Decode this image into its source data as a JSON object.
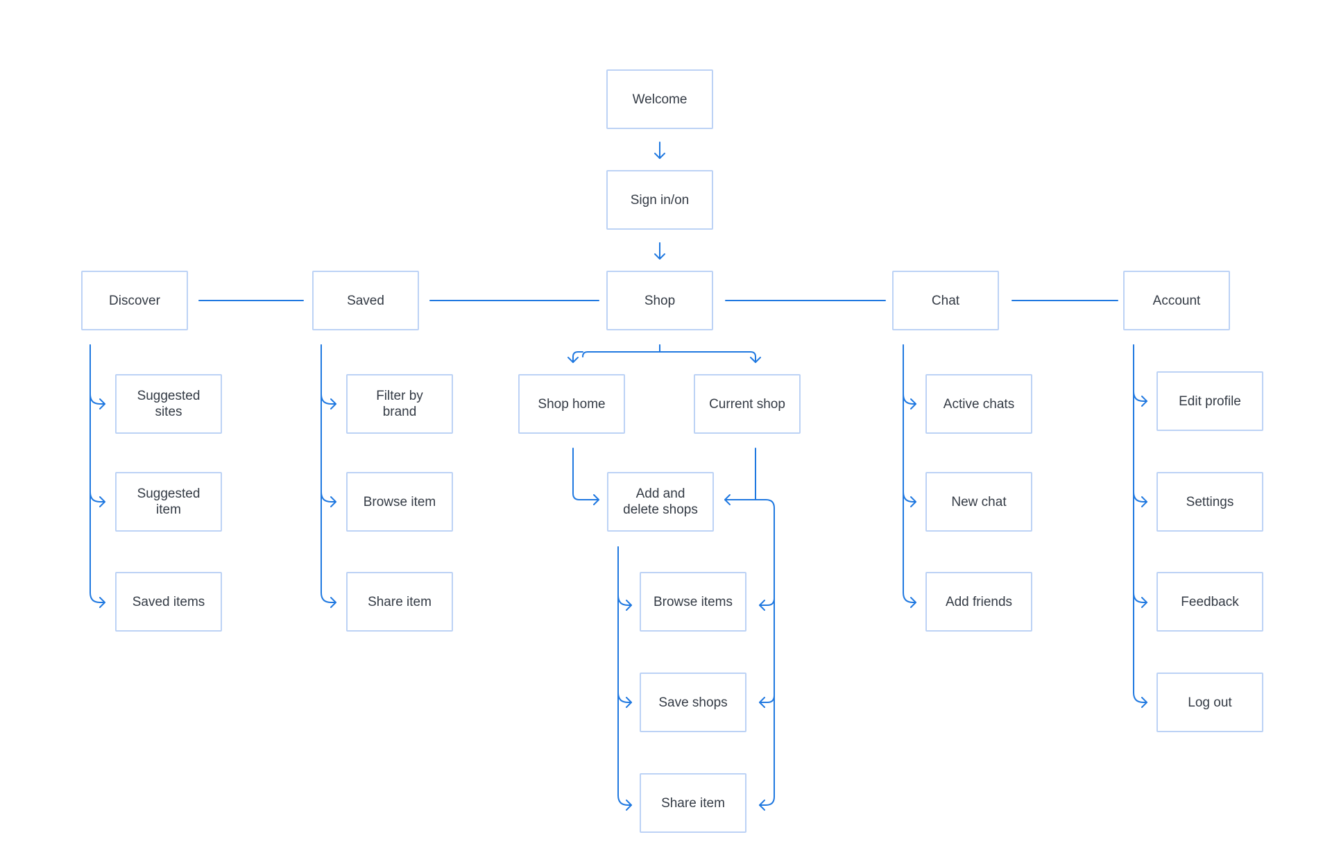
{
  "colors": {
    "node_border": "#bcd2f5",
    "connector": "#1f78e0",
    "text": "#333a44",
    "background": "#ffffff"
  },
  "nodes": {
    "welcome": "Welcome",
    "sign_in": "Sign in/on",
    "discover": "Discover",
    "saved": "Saved",
    "shop": "Shop",
    "chat": "Chat",
    "account": "Account",
    "suggested_sites": "Suggested\nsites",
    "suggested_item": "Suggested\nitem",
    "saved_items": "Saved items",
    "filter_by_brand": "Filter by\nbrand",
    "browse_item": "Browse item",
    "saved_share_item": "Share item",
    "shop_home": "Shop home",
    "current_shop": "Current shop",
    "add_delete_shops": "Add and\ndelete shops",
    "browse_items": "Browse items",
    "save_shops": "Save shops",
    "shop_share_item": "Share item",
    "active_chats": "Active chats",
    "new_chat": "New chat",
    "add_friends": "Add friends",
    "edit_profile": "Edit profile",
    "settings": "Settings",
    "feedback": "Feedback",
    "log_out": "Log out"
  }
}
